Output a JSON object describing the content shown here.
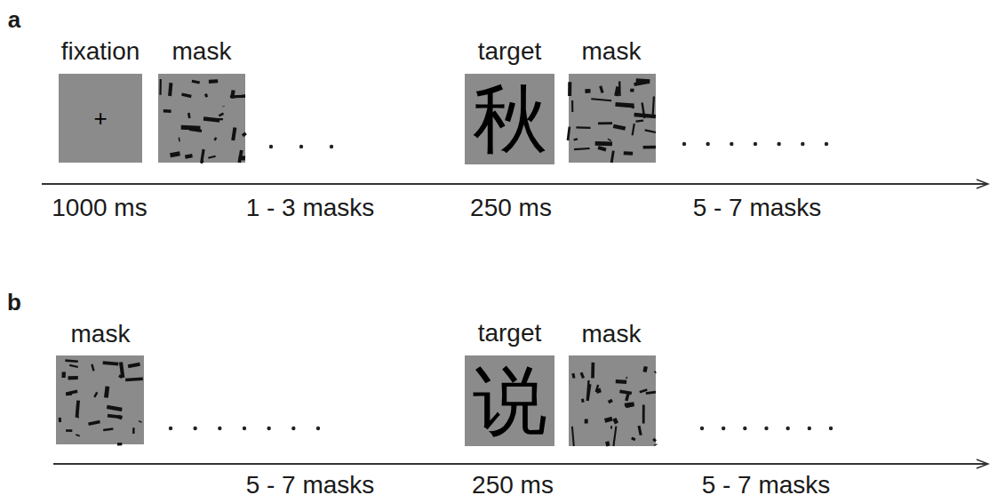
{
  "diagram": {
    "nodes": [
      {
        "text": [
          "fixation",
          "+"
        ]
      },
      {
        "text": [
          "target",
          "秋"
        ]
      },
      {
        "text": [
          "target",
          "说"
        ]
      }
    ],
    "labels": [
      "a",
      "mask",
      "mask",
      "1000 ms",
      "1 - 3 masks",
      "250 ms",
      "5 - 7 masks",
      "b",
      "mask",
      "mask",
      "5 - 7 masks",
      "250 ms",
      "5 - 7 masks"
    ]
  }
}
